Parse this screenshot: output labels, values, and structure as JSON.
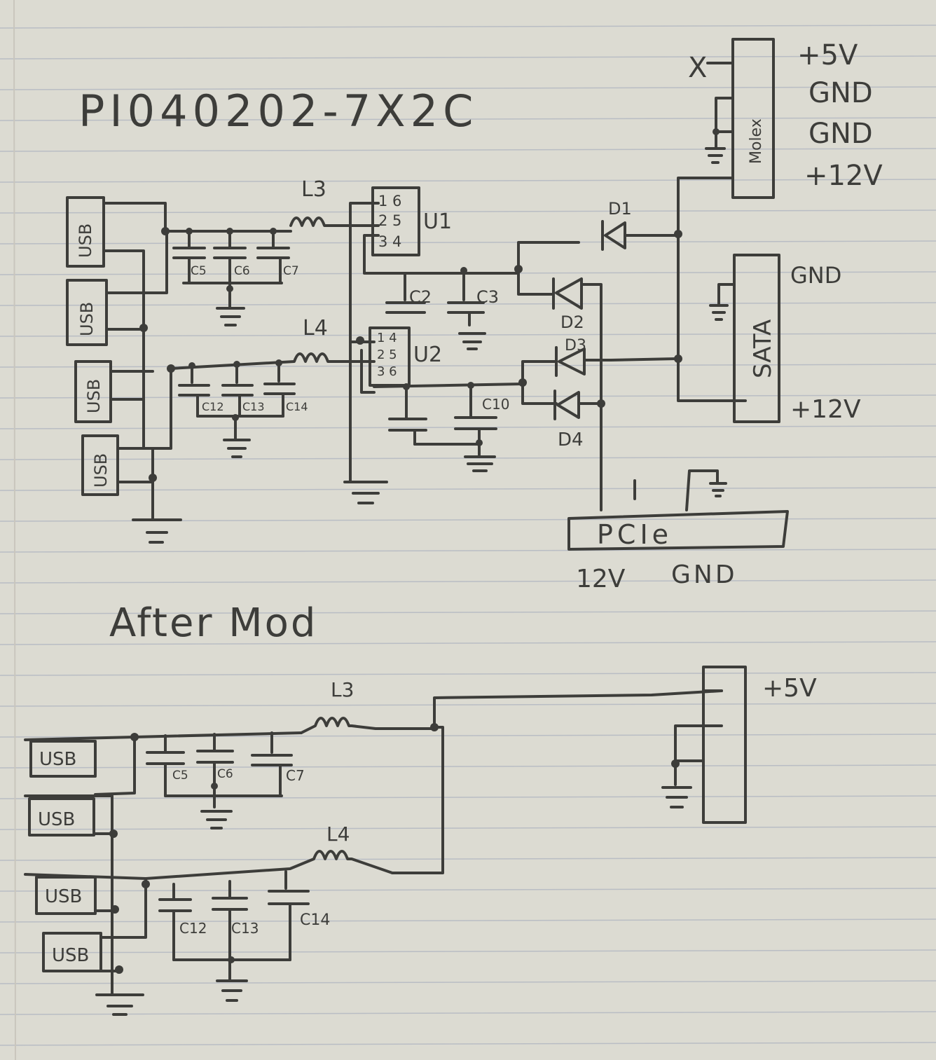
{
  "title": "PI040202-7X2C",
  "section_after": "After Mod",
  "usb_label": "USB",
  "inductors": {
    "l3": "L3",
    "l4": "L4"
  },
  "regulators": {
    "u1": {
      "name": "U1",
      "pins_row1": "1 6",
      "pins_row2": "2 5",
      "pins_row3": "3 4"
    },
    "u2": {
      "name": "U2",
      "pins_row1": "1 4",
      "pins_row2": "2 5",
      "pins_row3": "3 6"
    }
  },
  "capacitors": {
    "c2": "C2",
    "c3": "C3",
    "c5": "C5",
    "c6": "C6",
    "c7": "C7",
    "c10": "C10",
    "c12": "C12",
    "c13": "C13",
    "c14": "C14"
  },
  "diodes": {
    "d1": "D1",
    "d2": "D2",
    "d3": "D3",
    "d4": "D4"
  },
  "molex": {
    "name": "Molex",
    "pins": [
      "+5V",
      "GND",
      "GND",
      "+12V"
    ],
    "x_mark": "X"
  },
  "sata": {
    "name": "SATA",
    "gnd": "GND",
    "v12": "+12V"
  },
  "pcie": {
    "name": "PCIe",
    "v12": "12V",
    "gnd": "GND"
  },
  "after_mod": {
    "v5": "+5V"
  }
}
